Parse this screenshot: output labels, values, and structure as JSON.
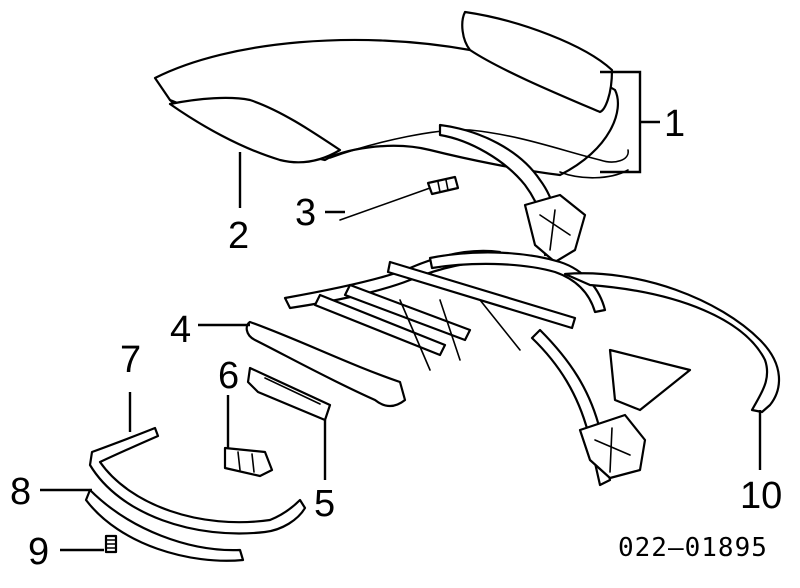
{
  "diagram": {
    "callouts": [
      {
        "label": "1"
      },
      {
        "label": "2"
      },
      {
        "label": "3"
      },
      {
        "label": "4"
      },
      {
        "label": "5"
      },
      {
        "label": "6"
      },
      {
        "label": "7"
      },
      {
        "label": "8"
      },
      {
        "label": "9"
      },
      {
        "label": "10"
      }
    ],
    "reference_code": "022–01895"
  }
}
